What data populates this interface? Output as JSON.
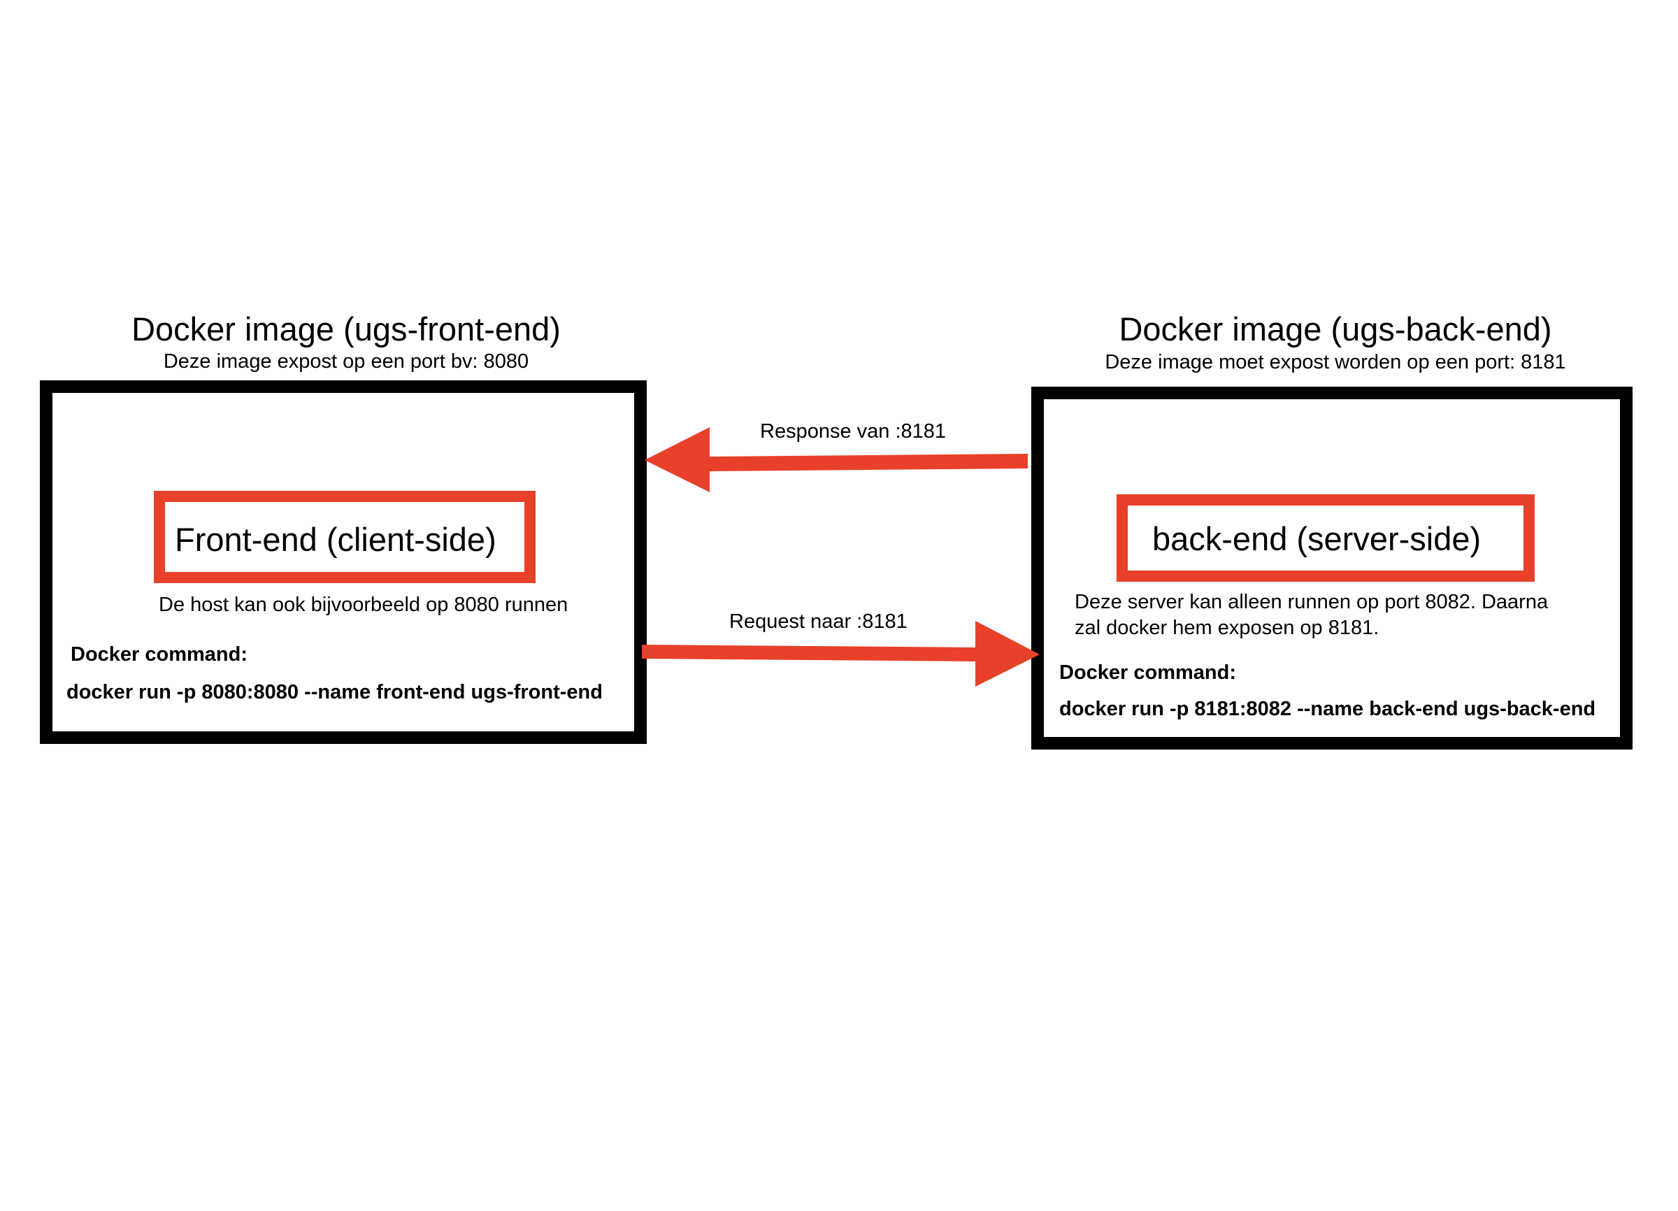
{
  "colors": {
    "background": "#ffffff",
    "box_border": "#000000",
    "accent_red": "#e8402a"
  },
  "frontend": {
    "title": "Docker image (ugs-front-end)",
    "subtitle": "Deze image expost op een port bv: 8080",
    "inner_label": "Front-end (client-side)",
    "note": "De host kan ook bijvoorbeeld op 8080 runnen",
    "command_heading": "Docker command:",
    "command": "docker run -p 8080:8080 --name front-end ugs-front-end"
  },
  "backend": {
    "title": "Docker image (ugs-back-end)",
    "subtitle": "Deze image moet expost worden op een port: 8181",
    "inner_label": "back-end (server-side)",
    "note_line1": "Deze server kan alleen runnen op port 8082. Daarna",
    "note_line2": "zal docker hem exposen op 8181.",
    "command_heading": "Docker command:",
    "command": "docker run -p 8181:8082 --name back-end ugs-back-end"
  },
  "arrows": {
    "response_label": "Response van :8181",
    "request_label": "Request naar :8181"
  }
}
